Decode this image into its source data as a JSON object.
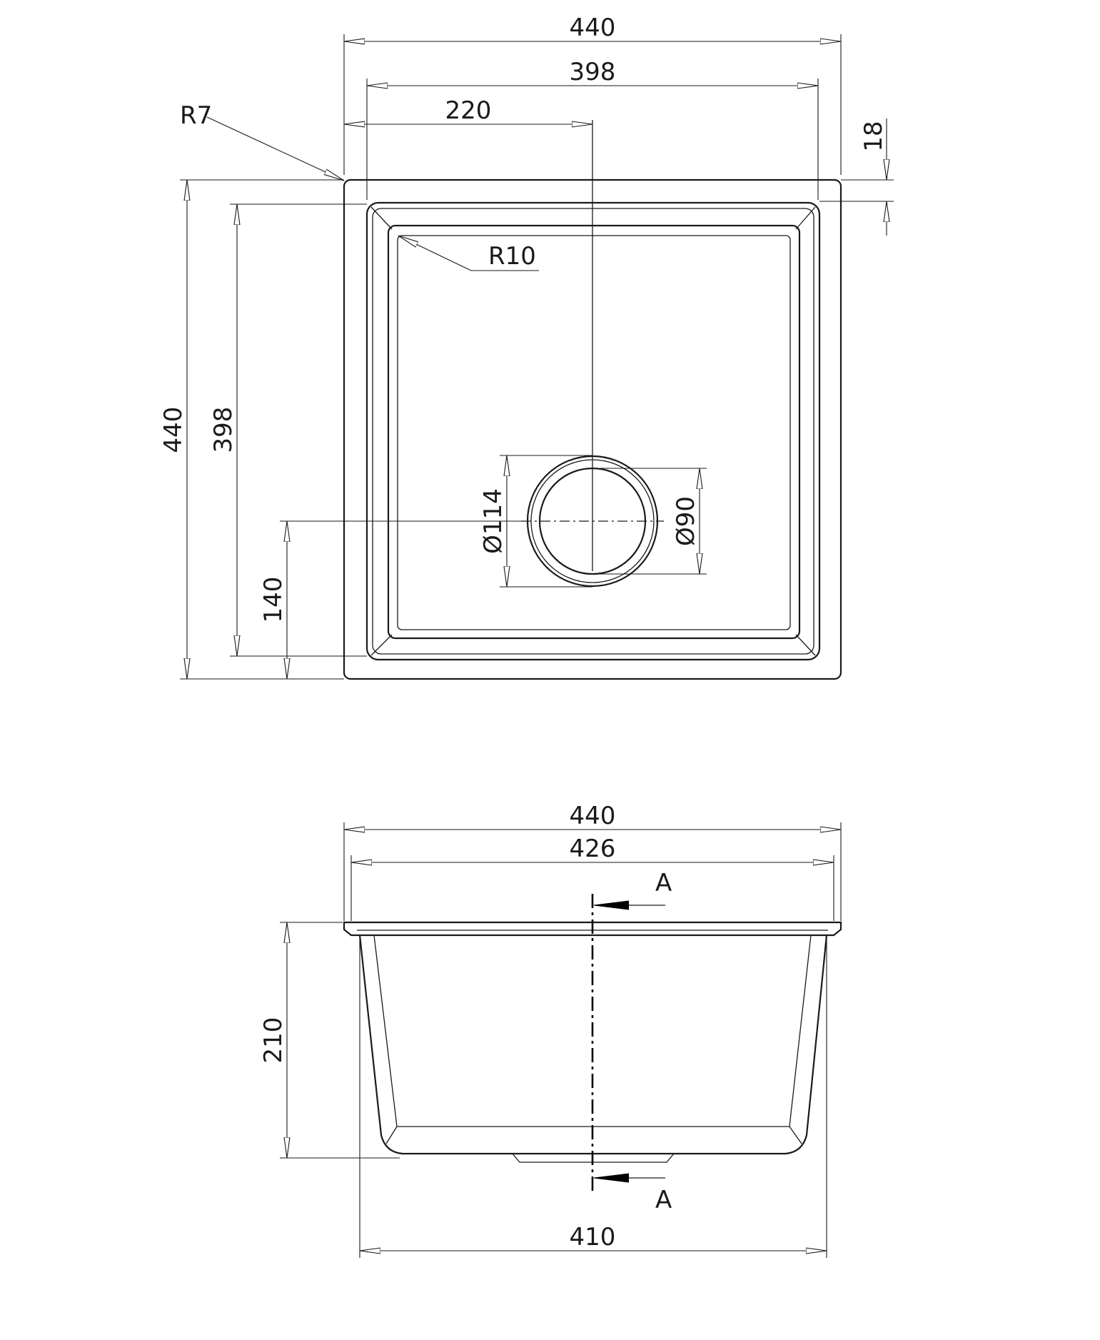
{
  "dimensions": {
    "top_view": {
      "overall_width": "440",
      "bowl_width": "398",
      "drain_offset_x": "220",
      "rim": "18",
      "corner_radius_outer": "R7",
      "corner_radius_inner": "R10",
      "overall_depth": "440",
      "bowl_depth": "398",
      "drain_offset_y": "140",
      "drain_outer_diameter": "Ø114",
      "drain_inner_diameter": "Ø90"
    },
    "side_view": {
      "overall_width": "440",
      "flange_width": "426",
      "bottom_width": "410",
      "height": "210",
      "section_label_top": "A",
      "section_label_bottom": "A"
    }
  }
}
